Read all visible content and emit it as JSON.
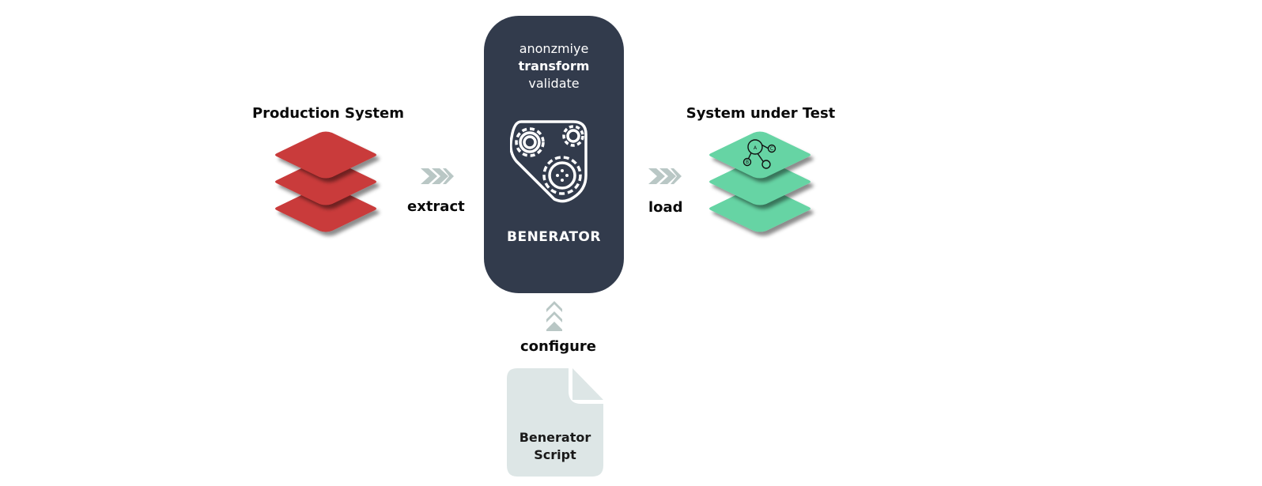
{
  "source": {
    "title": "Production System",
    "color": "#c93b3b"
  },
  "target": {
    "title": "System under Test",
    "color": "#66d4a4",
    "graph_nodes": [
      "A",
      "C",
      "B",
      ""
    ]
  },
  "core": {
    "steps": [
      "anonzmiye",
      "transform",
      "validate"
    ],
    "name": "BENERATOR",
    "icon": "gears-icon",
    "color": "#323b4c"
  },
  "flows": {
    "extract": "extract",
    "load": "load",
    "configure": "configure",
    "arrow_color": "#b9c7c5"
  },
  "script": {
    "line1": "Benerator",
    "line2": "Script",
    "color": "#dde6e6"
  }
}
